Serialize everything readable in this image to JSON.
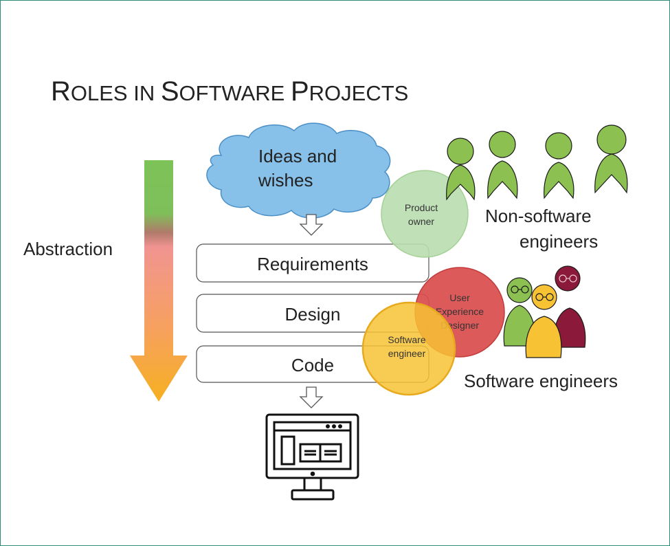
{
  "title": {
    "first": "R",
    "rest1": "OLES IN ",
    "s": "S",
    "rest2": "OFTWARE ",
    "p": "P",
    "rest3": "ROJECTS"
  },
  "abstraction_label": "Abstraction",
  "cloud": {
    "line1": "Ideas and",
    "line2": "wishes"
  },
  "stages": {
    "requirements": "Requirements",
    "design": "Design",
    "code": "Code"
  },
  "roles": {
    "product_owner": {
      "line1": "Product",
      "line2": "owner"
    },
    "ux_designer": {
      "line1": "User",
      "line2": "Experience",
      "line3": "Designer"
    },
    "software_engineer": {
      "line1": "Software",
      "line2": "engineer"
    }
  },
  "groups": {
    "non_software_line1": "Non-software",
    "non_software_line2": "engineers",
    "software_engineers": "Software engineers"
  },
  "colors": {
    "accent_green": "#8cc152",
    "cloud_blue": "#87c0e8",
    "product_owner_circle": "#b9ddb0",
    "ux_circle": "#d94c4c",
    "engineer_circle": "#f7c234",
    "maroon": "#8b1a3a",
    "frame": "#2e8b7a"
  }
}
